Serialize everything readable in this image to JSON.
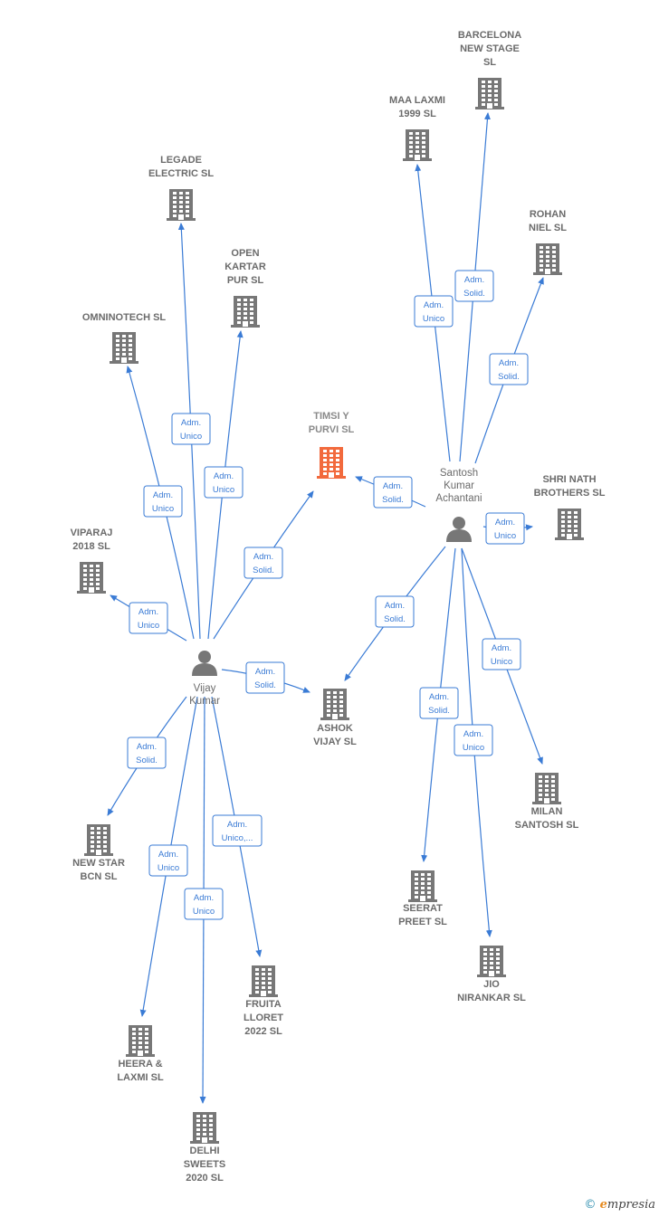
{
  "colors": {
    "edge": "#3a7bd5",
    "company": "#777777",
    "focus": "#f26a3d",
    "person": "#777777"
  },
  "persons": [
    {
      "id": "vijay",
      "name_lines": [
        "Vijay",
        "Kumar"
      ],
      "icon": "person-icon"
    },
    {
      "id": "santosh",
      "name_lines": [
        "Santosh",
        "Kumar",
        "Achantani"
      ],
      "icon": "person-icon"
    }
  ],
  "companies": [
    {
      "id": "timsi",
      "name_lines": [
        "TIMSI Y",
        "PURVI  SL"
      ],
      "focus": true
    },
    {
      "id": "barcelona",
      "name_lines": [
        "BARCELONA",
        "NEW STAGE",
        "SL"
      ]
    },
    {
      "id": "maa",
      "name_lines": [
        "MAA LAXMI",
        "1999  SL"
      ]
    },
    {
      "id": "rohan",
      "name_lines": [
        "ROHAN",
        "NIEL  SL"
      ]
    },
    {
      "id": "shri",
      "name_lines": [
        "SHRI NATH",
        "BROTHERS  SL"
      ]
    },
    {
      "id": "legade",
      "name_lines": [
        "LEGADE",
        "ELECTRIC  SL"
      ]
    },
    {
      "id": "open",
      "name_lines": [
        "OPEN",
        "KARTAR",
        "PUR  SL"
      ]
    },
    {
      "id": "omni",
      "name_lines": [
        "OMNINOTECH SL"
      ]
    },
    {
      "id": "viparaj",
      "name_lines": [
        "VIPARAJ",
        "2018  SL"
      ]
    },
    {
      "id": "ashok",
      "name_lines": [
        "ASHOK",
        "VIJAY  SL"
      ]
    },
    {
      "id": "newstar",
      "name_lines": [
        "NEW STAR",
        "BCN SL"
      ]
    },
    {
      "id": "heera",
      "name_lines": [
        "HEERA &",
        "LAXMI  SL"
      ]
    },
    {
      "id": "delhi",
      "name_lines": [
        "DELHI",
        "SWEETS",
        "2020  SL"
      ]
    },
    {
      "id": "fruita",
      "name_lines": [
        "FRUITA",
        "LLORET",
        "2022  SL"
      ]
    },
    {
      "id": "milan",
      "name_lines": [
        "MILAN",
        "SANTOSH  SL"
      ]
    },
    {
      "id": "seerat",
      "name_lines": [
        "SEERAT",
        "PREET  SL"
      ]
    },
    {
      "id": "jio",
      "name_lines": [
        "JIO",
        "NIRANKAR  SL"
      ]
    }
  ],
  "edges": [
    {
      "from": "vijay",
      "to": "legade",
      "label_lines": [
        "Adm.",
        "Unico"
      ]
    },
    {
      "from": "vijay",
      "to": "open",
      "label_lines": [
        "Adm.",
        "Unico"
      ]
    },
    {
      "from": "vijay",
      "to": "omni",
      "label_lines": [
        "Adm.",
        "Unico"
      ]
    },
    {
      "from": "vijay",
      "to": "timsi",
      "label_lines": [
        "Adm.",
        "Solid."
      ]
    },
    {
      "from": "vijay",
      "to": "viparaj",
      "label_lines": [
        "Adm.",
        "Unico"
      ]
    },
    {
      "from": "vijay",
      "to": "ashok",
      "label_lines": [
        "Adm.",
        "Solid."
      ]
    },
    {
      "from": "vijay",
      "to": "newstar",
      "label_lines": [
        "Adm.",
        "Solid."
      ]
    },
    {
      "from": "vijay",
      "to": "heera",
      "label_lines": [
        "Adm.",
        "Unico"
      ]
    },
    {
      "from": "vijay",
      "to": "delhi",
      "label_lines": [
        "Adm.",
        "Unico"
      ]
    },
    {
      "from": "vijay",
      "to": "fruita",
      "label_lines": [
        "Adm.",
        "Unico,..."
      ]
    },
    {
      "from": "santosh",
      "to": "maa",
      "label_lines": [
        "Adm.",
        "Unico"
      ]
    },
    {
      "from": "santosh",
      "to": "barcelona",
      "label_lines": [
        "Adm.",
        "Solid."
      ]
    },
    {
      "from": "santosh",
      "to": "rohan",
      "label_lines": [
        "Adm.",
        "Solid."
      ]
    },
    {
      "from": "santosh",
      "to": "timsi",
      "label_lines": [
        "Adm.",
        "Solid."
      ]
    },
    {
      "from": "santosh",
      "to": "shri",
      "label_lines": [
        "Adm.",
        "Unico"
      ]
    },
    {
      "from": "santosh",
      "to": "ashok",
      "label_lines": [
        "Adm.",
        "Solid."
      ]
    },
    {
      "from": "santosh",
      "to": "milan",
      "label_lines": [
        "Adm.",
        "Unico"
      ]
    },
    {
      "from": "santosh",
      "to": "seerat",
      "label_lines": [
        "Adm.",
        "Solid."
      ]
    },
    {
      "from": "santosh",
      "to": "jio",
      "label_lines": [
        "Adm.",
        "Unico"
      ]
    }
  ],
  "footer": {
    "copyright": "©",
    "brand_e": "e",
    "brand_rest": "mpresia"
  }
}
